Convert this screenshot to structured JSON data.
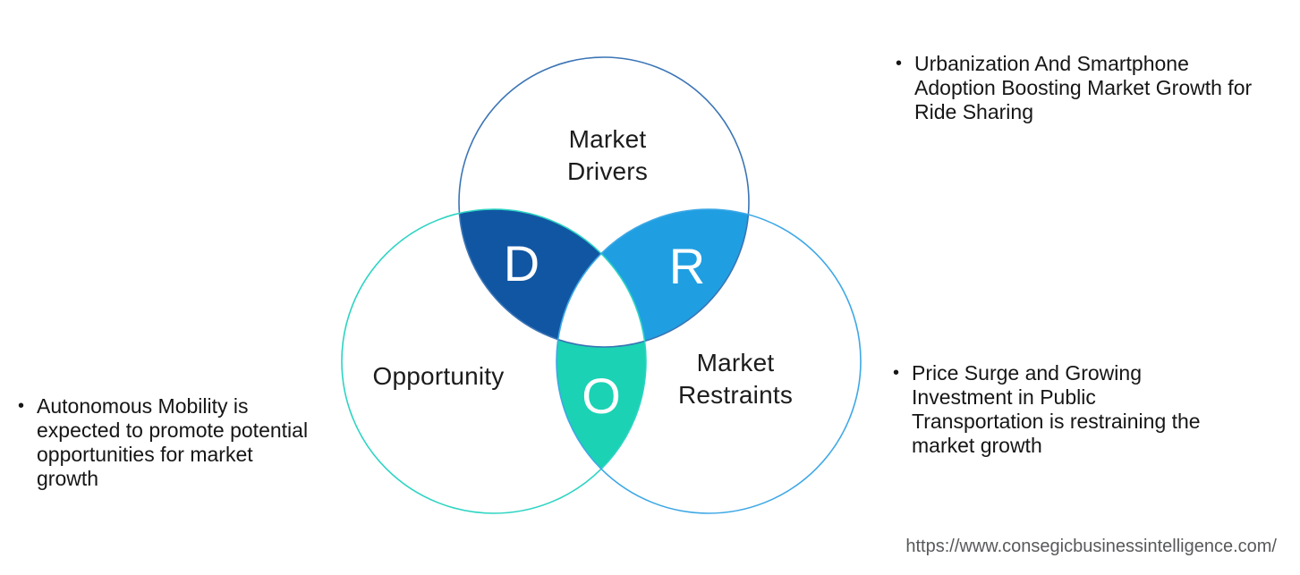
{
  "venn": {
    "circles": {
      "drivers": {
        "label": "Market\nDrivers",
        "letter": "D"
      },
      "opportunity": {
        "label": "Opportunity",
        "letter": "O"
      },
      "restraints": {
        "label": "Market\nRestraints",
        "letter": "R"
      }
    },
    "colors": {
      "d_overlap_fill": "#1156a3",
      "r_overlap_fill": "#1f9fe2",
      "o_overlap_fill": "#1bd2b4",
      "center_fill": "#ffffff",
      "drivers_stroke": "#3a74b5",
      "opportunity_stroke": "#2cd4c2",
      "restraints_stroke": "#3ea8e6"
    }
  },
  "bullets": {
    "left": {
      "marker": "•",
      "text": "Autonomous Mobility is\nexpected to promote potential\nopportunities for market\ngrowth"
    },
    "right_top": {
      "marker": "•",
      "text": "Urbanization And Smartphone\nAdoption Boosting Market Growth for\nRide Sharing"
    },
    "right_bottom": {
      "marker": "•",
      "text": "Price Surge and Growing\nInvestment in Public\nTransportation is restraining the\nmarket growth"
    }
  },
  "footer": {
    "url": "https://www.consegicbusinessintelligence.com/"
  }
}
